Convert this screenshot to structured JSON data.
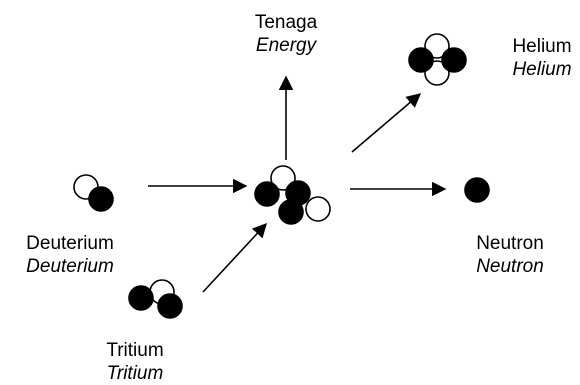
{
  "labels": {
    "energy": {
      "primary": "Tenaga",
      "secondary": "Energy"
    },
    "helium": {
      "primary": "Helium",
      "secondary": "Helium"
    },
    "deuterium": {
      "primary": "Deuterium",
      "secondary": "Deuterium"
    },
    "neutron": {
      "primary": "Neutron",
      "secondary": "Neutron"
    },
    "tritium": {
      "primary": "Tritium",
      "secondary": "Tritium"
    }
  },
  "colors": {
    "proton": "#ffffff",
    "neutron": "#000000",
    "stroke": "#000000"
  }
}
